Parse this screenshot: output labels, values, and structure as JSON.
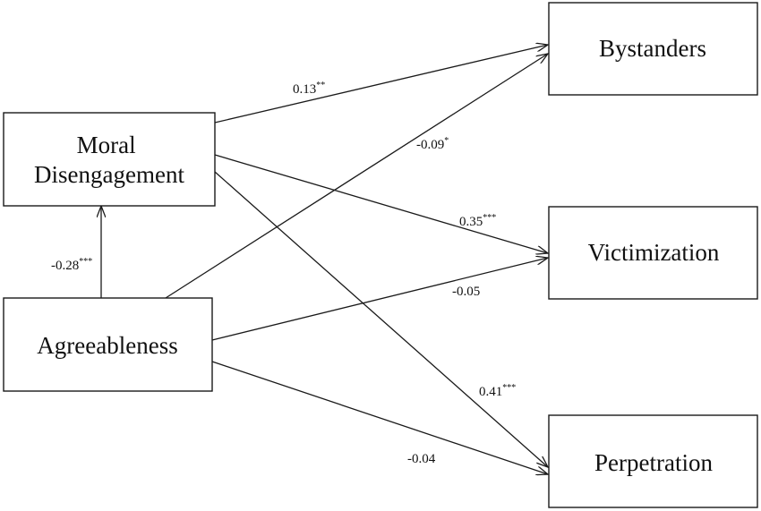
{
  "nodes": {
    "moral_disengagement": {
      "lines": [
        "Moral",
        "Disengagement"
      ]
    },
    "agreeableness": {
      "lines": [
        "Agreeableness"
      ]
    },
    "bystanders": {
      "lines": [
        "Bystanders"
      ]
    },
    "victimization": {
      "lines": [
        "Victimization"
      ]
    },
    "perpetration": {
      "lines": [
        "Perpetration"
      ]
    }
  },
  "edges": {
    "ag_to_md": {
      "from": "Agreeableness",
      "to": "Moral Disengagement",
      "coef": "-0.28",
      "sig": "***"
    },
    "md_to_by": {
      "from": "Moral Disengagement",
      "to": "Bystanders",
      "coef": "0.13",
      "sig": "**"
    },
    "ag_to_by": {
      "from": "Agreeableness",
      "to": "Bystanders",
      "coef": "-0.09",
      "sig": "*"
    },
    "md_to_vi": {
      "from": "Moral Disengagement",
      "to": "Victimization",
      "coef": "0.35",
      "sig": "***"
    },
    "ag_to_vi": {
      "from": "Agreeableness",
      "to": "Victimization",
      "coef": "-0.05",
      "sig": ""
    },
    "md_to_pe": {
      "from": "Moral Disengagement",
      "to": "Perpetration",
      "coef": "0.41",
      "sig": "***"
    },
    "ag_to_pe": {
      "from": "Agreeableness",
      "to": "Perpetration",
      "coef": "-0.04",
      "sig": ""
    }
  }
}
